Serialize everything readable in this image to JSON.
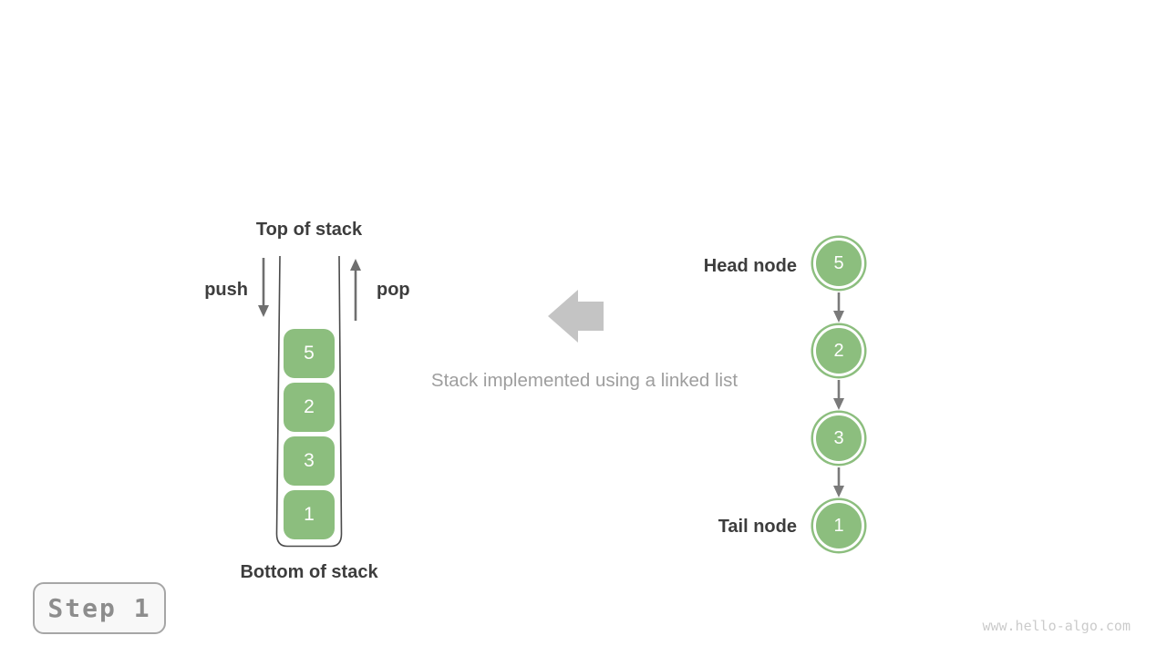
{
  "figure": {
    "stack": {
      "top_label": "Top of stack",
      "bottom_label": "Bottom of stack",
      "push_label": "push",
      "pop_label": "pop",
      "items": [
        "5",
        "2",
        "3",
        "1"
      ]
    },
    "caption": "Stack implemented using a linked list",
    "linked_list": {
      "head_label": "Head node",
      "tail_label": "Tail node",
      "nodes": [
        "5",
        "2",
        "3",
        "1"
      ]
    }
  },
  "step_badge": "Step 1",
  "watermark": "www.hello-algo.com",
  "colors": {
    "green": "#8CBE7E",
    "wall": "#4B4B4B",
    "arrow": "#6F6F6F",
    "link_arrow": "#7A7A7A",
    "block_arrow": "#C4C4C4",
    "text_dark": "#3D3D3D",
    "text_gray": "#9E9E9E",
    "step_text": "#8D8D8D",
    "step_border": "#A6A6A6",
    "step_bg": "#F8F8F8",
    "watermark": "#CBCBCB",
    "node_text": "#FFFFFF"
  }
}
